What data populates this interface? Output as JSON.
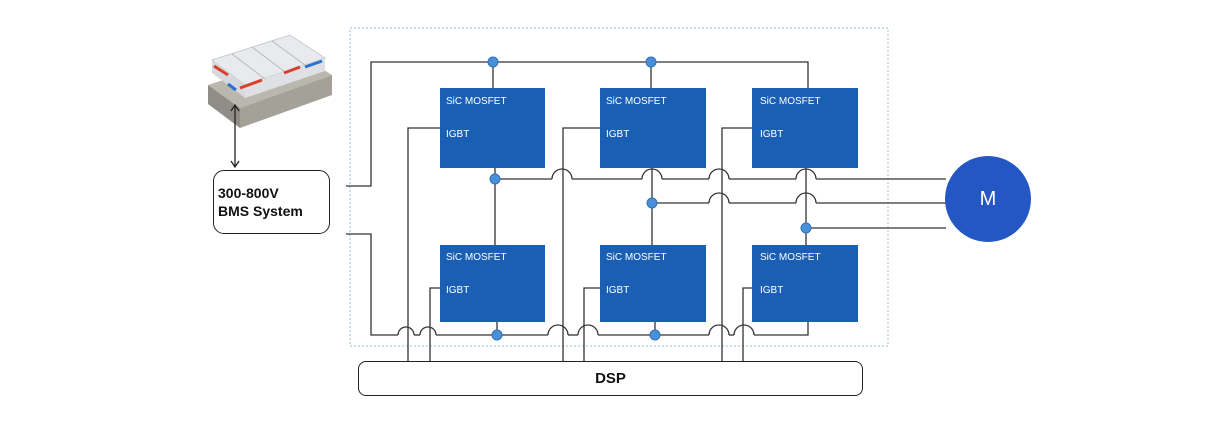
{
  "bms": {
    "line1": "300-800V",
    "line2": "BMS System"
  },
  "dsp": {
    "label": "DSP"
  },
  "motor": {
    "label": "M"
  },
  "modules": [
    {
      "label_top": "SiC MOSFET",
      "label_bottom": "IGBT"
    },
    {
      "label_top": "SiC MOSFET",
      "label_bottom": "IGBT"
    },
    {
      "label_top": "SiC MOSFET",
      "label_bottom": "IGBT"
    },
    {
      "label_top": "SiC MOSFET",
      "label_bottom": "IGBT"
    },
    {
      "label_top": "SiC MOSFET",
      "label_bottom": "IGBT"
    },
    {
      "label_top": "SiC MOSFET",
      "label_bottom": "IGBT"
    }
  ],
  "colors": {
    "module": "#1b5fb5",
    "node": "#4a90d9",
    "motor": "#2456c4",
    "wire": "#333333",
    "frame": "#9fbfd6"
  },
  "icons": {
    "battery": "battery-pack-icon",
    "arrow": "double-arrow-icon"
  }
}
